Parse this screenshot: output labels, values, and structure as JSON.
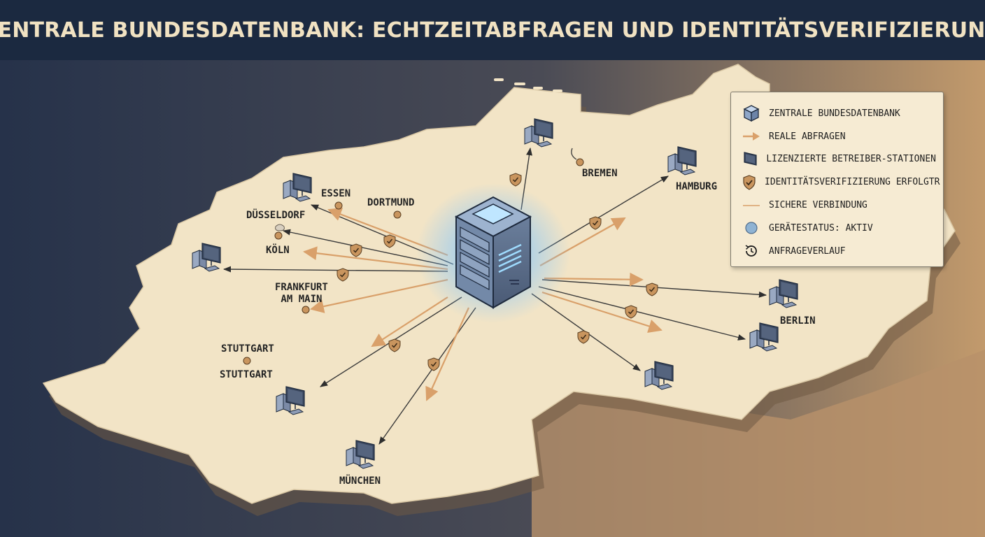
{
  "title": "ZENTRALE BUNDESDATENBANK: ECHTZEITABFRAGEN UND IDENTITÄTSVERIFIZIERUNG",
  "cities": {
    "bremen": "BREMEN",
    "hamburg": "HAMBURG",
    "essen": "ESSEN",
    "dortmund": "DORTMUND",
    "duesseldorf": "DÜSSELDORF",
    "koeln": "KÖLN",
    "frankfurt": "FRANKFURT\nAM MAIN",
    "stuttgart_upper": "STUTTGART",
    "stuttgart_lower": "STUTTGART",
    "berlin": "BERLIN",
    "muenchen": "MÜNCHEN"
  },
  "legend": {
    "items": [
      {
        "icon": "database-cube-icon",
        "label": "ZENTRALE BUNDESDATENBANK"
      },
      {
        "icon": "orange-arrow-icon",
        "label": "REALE ABFRAGEN"
      },
      {
        "icon": "monitor-icon",
        "label": "LIZENZIERTE BETREIBER-STATIONEN"
      },
      {
        "icon": "shield-check-icon",
        "label": "IDENTITÄTSVERIFIZIERUNG ERFOLGTR"
      },
      {
        "icon": "line-icon",
        "label": "SICHERE VERBINDUNG"
      },
      {
        "icon": "status-dot-icon",
        "label": "GERÄTESTATUS: AKTIV"
      },
      {
        "icon": "history-icon",
        "label": "ANFRAGEVERLAUF"
      }
    ]
  },
  "colors": {
    "header_bg": "#1b2940",
    "title_text": "#f1e2c2",
    "land": "#f2e4c6",
    "query_arrow": "#d9a06a",
    "connection_line": "#3a3a3a",
    "shield": "#c9955e",
    "server_glow": "#7fc6ff",
    "status_dot": "#8fb3d3"
  }
}
